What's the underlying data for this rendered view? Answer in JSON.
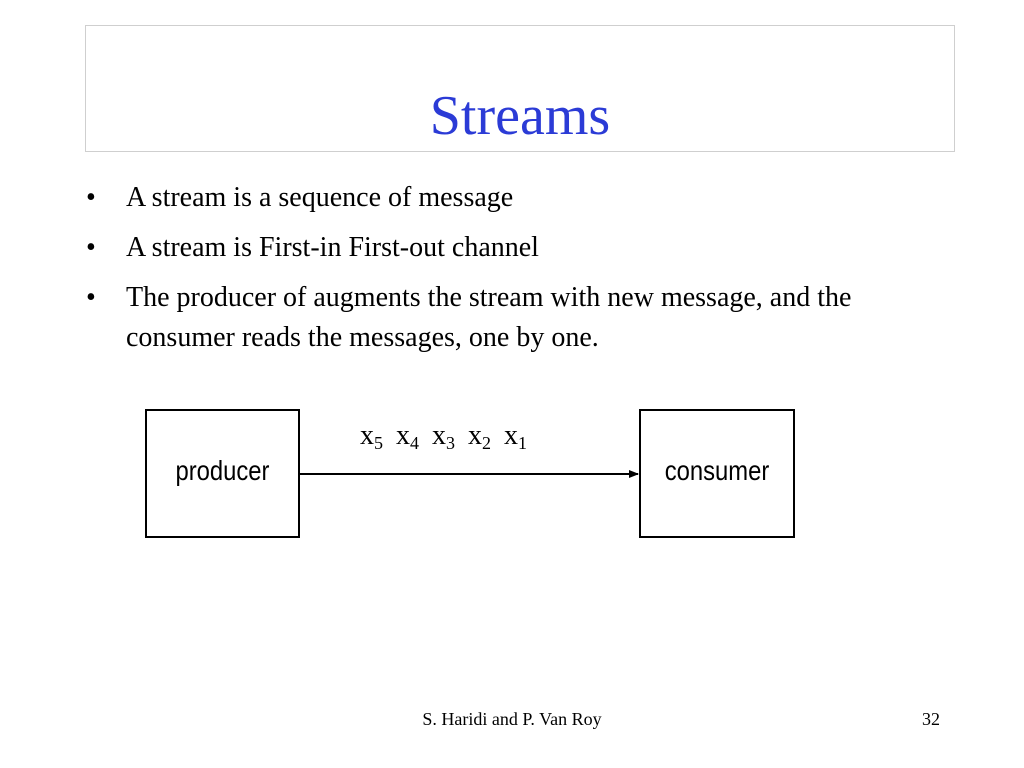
{
  "slide": {
    "title": "Streams",
    "title_color": "#2b3bd6",
    "bullets": [
      {
        "marker": "•",
        "text": "A stream is a sequence of message"
      },
      {
        "marker": "•",
        "text": "A stream is First-in First-out channel"
      },
      {
        "marker": "•",
        "text": "The producer of augments the stream with new message, and the consumer reads the messages, one by one."
      }
    ]
  },
  "diagram": {
    "producer_label": "producer",
    "consumer_label": "consumer",
    "stream_items": [
      {
        "var": "x",
        "sub": "5"
      },
      {
        "var": "x",
        "sub": "4"
      },
      {
        "var": "x",
        "sub": "3"
      },
      {
        "var": "x",
        "sub": "2"
      },
      {
        "var": "x",
        "sub": "1"
      }
    ]
  },
  "footer": {
    "authors": "S. Haridi and P. Van Roy",
    "page_number": "32"
  }
}
